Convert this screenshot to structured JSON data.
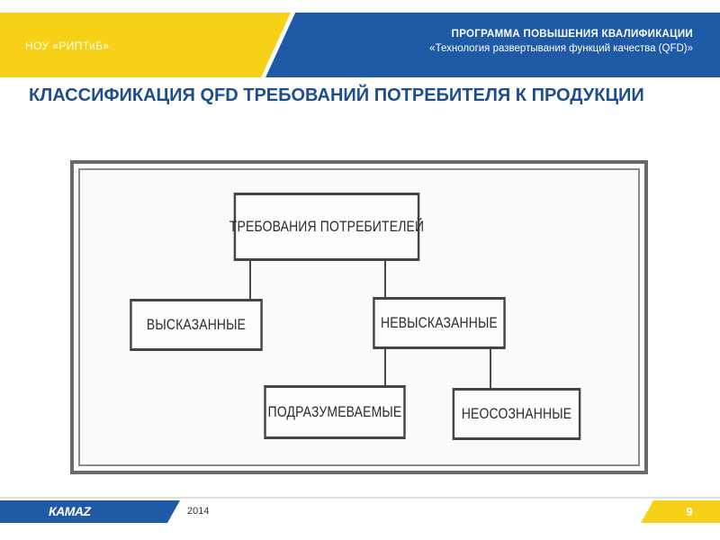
{
  "header": {
    "org_name": "НОУ «РИПТиБ»",
    "program_line1": "ПРОГРАММА ПОВЫШЕНИЯ КВАЛИФИКАЦИИ",
    "program_line2": "«Технология развертывания функций качества (QFD)»"
  },
  "title": "КЛАССИФИКАЦИЯ QFD ТРЕБОВАНИЙ ПОТРЕБИТЕЛЯ К ПРОДУКЦИИ",
  "diagram": {
    "root": "ТРЕБОВАНИЯ ПОТРЕБИТЕЛЕЙ",
    "spoken": "ВЫСКАЗАННЫЕ",
    "unspoken": "НЕВЫСКАЗАННЫЕ",
    "implied": "ПОДРАЗУМЕВАЕМЫЕ",
    "unconscious": "НЕОСОЗНАННЫЕ"
  },
  "footer": {
    "logo": "КАМАZ",
    "year": "2014",
    "page_number": "9"
  },
  "colors": {
    "brand_yellow": "#f7d117",
    "brand_blue": "#1f5aa6",
    "title_blue": "#1f4e8c"
  }
}
